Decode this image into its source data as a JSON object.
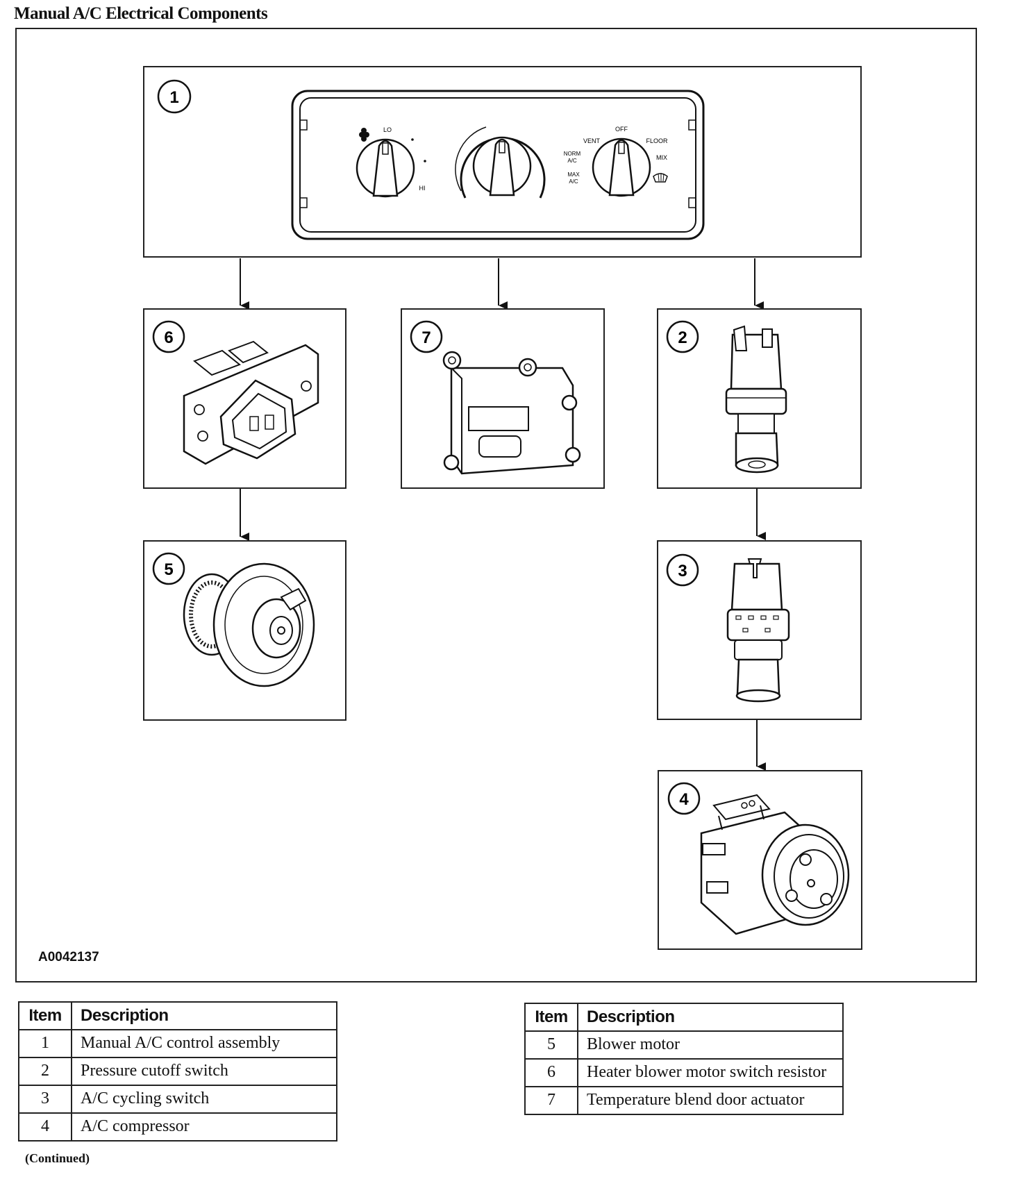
{
  "title": "Manual A/C Electrical Components",
  "figure_id": "A0042137",
  "callouts": [
    "1",
    "2",
    "3",
    "4",
    "5",
    "6",
    "7"
  ],
  "control_panel": {
    "knob_labels": {
      "lo": "LO",
      "hi": "HI",
      "off": "OFF",
      "vent": "VENT",
      "floor": "FLOOR",
      "mix": "MIX",
      "norm_ac_1": "NORM",
      "norm_ac_2": "A/C",
      "max_ac_1": "MAX",
      "max_ac_2": "A/C"
    },
    "icons": [
      "fan-icon",
      "defrost-icon"
    ]
  },
  "legend_left": {
    "header_item": "Item",
    "header_description": "Description",
    "rows": [
      {
        "item": "1",
        "description": "Manual A/C control assembly"
      },
      {
        "item": "2",
        "description": "Pressure cutoff switch"
      },
      {
        "item": "3",
        "description": "A/C cycling switch"
      },
      {
        "item": "4",
        "description": "A/C compressor"
      }
    ]
  },
  "legend_right": {
    "header_item": "Item",
    "header_description": "Description",
    "rows": [
      {
        "item": "5",
        "description": "Blower motor"
      },
      {
        "item": "6",
        "description": "Heater blower motor switch resistor"
      },
      {
        "item": "7",
        "description": "Temperature blend door actuator"
      }
    ]
  },
  "footer_note": "(Continued)"
}
